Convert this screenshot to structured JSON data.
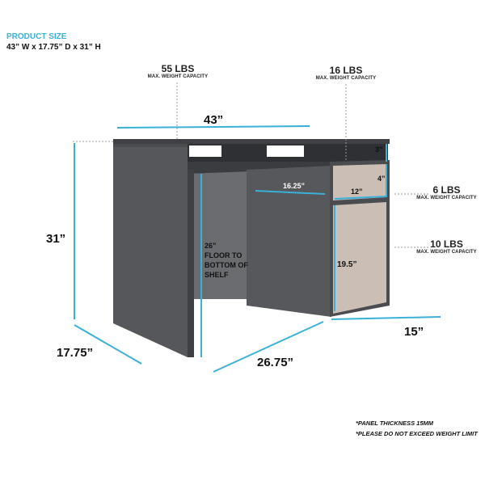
{
  "header": {
    "title": "PRODUCT SIZE",
    "dimensions": "43” W x 17.75” D x 31” H"
  },
  "capacities": [
    {
      "weight": "55 LBS",
      "label": "MAX. WEIGHT CAPACITY"
    },
    {
      "weight": "16 LBS",
      "label": "MAX. WEIGHT CAPACITY"
    },
    {
      "weight": "6 LBS",
      "label": "MAX. WEIGHT CAPACITY"
    },
    {
      "weight": "10 LBS",
      "label": "MAX. WEIGHT CAPACITY"
    }
  ],
  "measurements": {
    "width": "43”",
    "height": "31”",
    "depth": "17.75”",
    "length_base": "26.75”",
    "cabinet_depth": "15”",
    "top_shelf": "3”",
    "drawer_height": "4”",
    "drawer_width": "12”",
    "shelf_depth": "16.25”",
    "cabinet_height": "19.5”",
    "clearance_value": "26”",
    "clearance_line1": "FLOOR TO",
    "clearance_line2": "BOTTOM OF",
    "clearance_line3": "SHELF"
  },
  "notes": [
    "*PANEL THICKNESS 15MM",
    "*PLEASE DO NOT EXCEED WEIGHT LIMIT"
  ],
  "colors": {
    "accent": "#3ab0d8",
    "desk_body": "#4a4c4f",
    "drawer_face": "#cbbfb5"
  }
}
